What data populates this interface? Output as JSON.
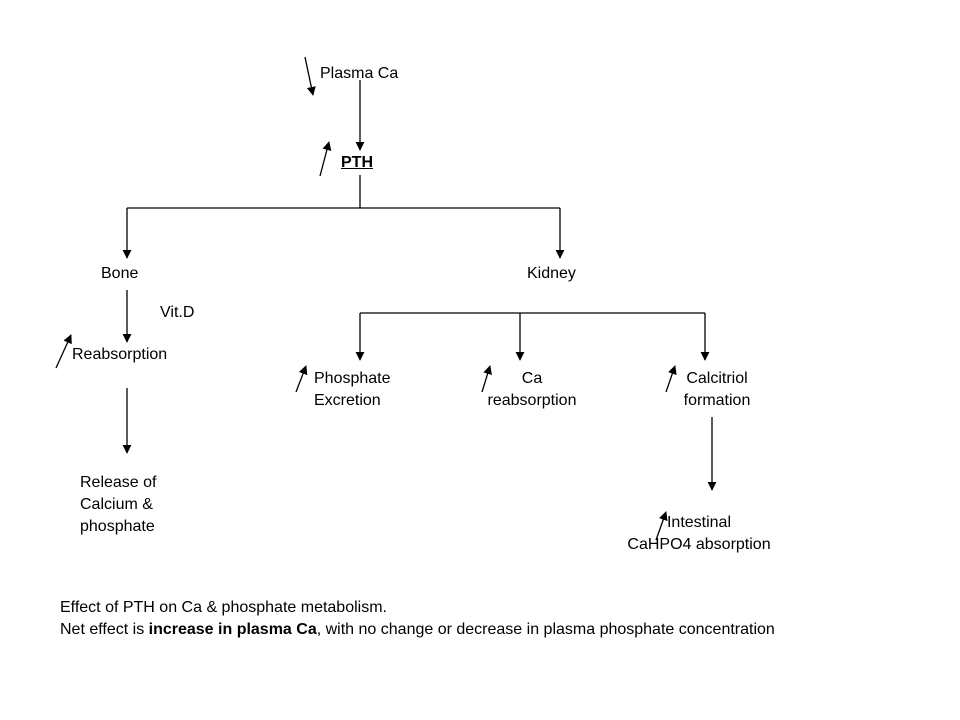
{
  "nodes": {
    "plasma_ca": "Plasma Ca",
    "pth": "PTH",
    "bone": "Bone",
    "kidney": "Kidney",
    "vit_d": "Vit.D",
    "reabsorption": "Reabsorption",
    "release": [
      "Release of",
      "Calcium &",
      "phosphate"
    ],
    "phosphate_excretion": [
      "Phosphate",
      "Excretion"
    ],
    "ca_reabsorption": [
      "Ca",
      "reabsorption"
    ],
    "calcitriol_formation": [
      "Calcitriol",
      "formation"
    ],
    "intestinal_absorption": [
      "Intestinal",
      "CaHPO4 absorption"
    ]
  },
  "caption": {
    "line1": "Effect of PTH on Ca & phosphate metabolism.",
    "line2_prefix": "Net effect is ",
    "line2_bold": "increase in plasma Ca",
    "line2_suffix": ", with no change or decrease in plasma phosphate concentration"
  },
  "indicators": {
    "plasma_ca": "decrease",
    "pth": "increase",
    "reabsorption": "increase",
    "phosphate_excretion": "increase",
    "ca_reabsorption": "increase",
    "calcitriol_formation": "increase",
    "intestinal_absorption": "increase"
  },
  "colors": {
    "ink": "#000000",
    "background": "#ffffff"
  }
}
